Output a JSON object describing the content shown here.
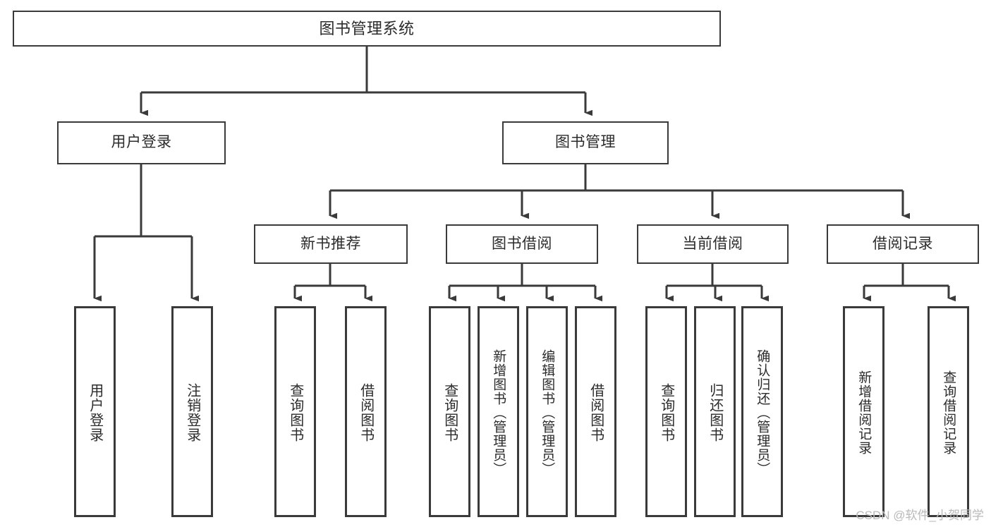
{
  "diagram": {
    "title": "图书管理系统",
    "type": "tree-structure-chart",
    "root": {
      "label": "图书管理系统"
    },
    "level2": [
      {
        "id": "user-login",
        "label": "用户登录"
      },
      {
        "id": "book-manage",
        "label": "图书管理"
      }
    ],
    "level3": [
      {
        "id": "new-book-recommend",
        "label": "新书推荐"
      },
      {
        "id": "book-borrow",
        "label": "图书借阅"
      },
      {
        "id": "current-borrow",
        "label": "当前借阅"
      },
      {
        "id": "borrow-record",
        "label": "借阅记录"
      }
    ],
    "leaves": {
      "user_login": [
        {
          "id": "leaf-user-login",
          "label": "用户登录"
        },
        {
          "id": "leaf-logout-login",
          "label": "注销登录"
        }
      ],
      "new_book_recommend": [
        {
          "id": "leaf-query-book-1",
          "label": "查询图书"
        },
        {
          "id": "leaf-borrow-book-1",
          "label": "借阅图书"
        }
      ],
      "book_borrow": [
        {
          "id": "leaf-query-book-2",
          "label": "查询图书"
        },
        {
          "id": "leaf-add-book",
          "label": "新增图书（管理员）"
        },
        {
          "id": "leaf-edit-book",
          "label": "编辑图书（管理员）"
        },
        {
          "id": "leaf-borrow-book-2",
          "label": "借阅图书"
        }
      ],
      "current_borrow": [
        {
          "id": "leaf-query-book-3",
          "label": "查询图书"
        },
        {
          "id": "leaf-return-book",
          "label": "归还图书"
        },
        {
          "id": "leaf-confirm-return",
          "label": "确认归还（管理员）"
        }
      ],
      "borrow_record": [
        {
          "id": "leaf-add-record",
          "label": "新增借阅记录"
        },
        {
          "id": "leaf-query-record",
          "label": "查询借阅记录"
        }
      ]
    }
  },
  "watermark": {
    "text": "CSDN @软件_小贺同学"
  },
  "colors": {
    "stroke": "#3a3a3a",
    "text": "#2b2b2b",
    "background": "#ffffff",
    "watermark": "#b9b9b9"
  }
}
